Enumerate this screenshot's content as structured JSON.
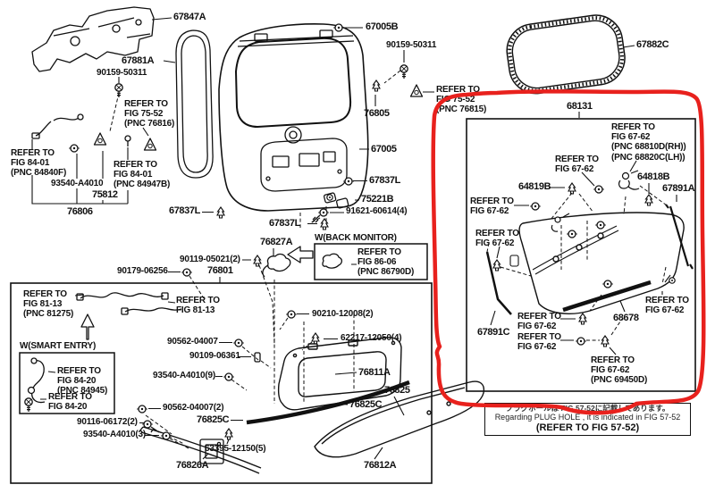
{
  "diagram": {
    "background_color": "#ffffff",
    "line_color": "#1a1a1a",
    "annotation_color": "#e8211d"
  },
  "labels": {
    "l67847A": "67847A",
    "l67881A": "67881A",
    "l90159_50311_a": "90159-50311",
    "ref_7552_76816": "REFER TO\nFIG 75-52\n(PNC 76816)",
    "l67005B": "67005B",
    "l90159_50311_b": "90159-50311",
    "l76805": "76805",
    "ref_7552_76815": "REFER TO\nFIG 75-52\n(PNC 76815)",
    "l67882C": "67882C",
    "l67005": "67005",
    "ref_8401_84840F": "REFER TO\nFIG 84-01\n(PNC 84840F)",
    "l93540_A4010": "93540-A4010",
    "l75812": "75812",
    "l76806": "76806",
    "ref_8401_84947B": "REFER TO\nFIG 84-01\n(PNC 84947B)",
    "l67837L_a": "67837L",
    "l67837L_b": "67837L",
    "l67837L_c": "67837L",
    "l75221B": "75221B",
    "l91621_60614": "91621-60614(4)",
    "l68131": "68131",
    "ref_6762_68810": "REFER TO\nFIG 67-62\n(PNC 68810D(RH))\n(PNC 68820C(LH))",
    "ref_6762_a": "REFER TO\nFIG 67-62",
    "l64819B": "64819B",
    "l64818B": "64818B",
    "l67891A": "67891A",
    "ref_6762_b": "REFER TO\nFIG 67-62",
    "ref_6762_c": "REFER TO\nFIG 67-62",
    "l67891C": "67891C",
    "ref_6762_d": "REFER TO\nFIG 67-62",
    "l68678": "68678",
    "ref_6762_e": "REFER TO\nFIG 67-62",
    "ref_6762_f": "REFER TO\nFIG 67-62",
    "ref_6762_69450D": "REFER TO\nFIG 67-62\n(PNC 69450D)",
    "w_back_monitor": "W(BACK MONITOR)",
    "ref_8606_86790D": "REFER TO\nFIG 86-06\n(PNC 86790D)",
    "l76827A": "76827A",
    "l90119_05021": "90119-05021(2)",
    "l90179_06256": "90179-06256",
    "l76801": "76801",
    "ref_8113_81275": "REFER TO\nFIG 81-13\n(PNC 81275)",
    "ref_8113": "REFER TO\nFIG 81-13",
    "w_smart_entry": "W(SMART ENTRY)",
    "ref_8420_84945": "REFER TO\nFIG 84-20\n(PNC 84945)",
    "ref_8420": "REFER TO\nFIG 84-20",
    "l90562_04007": "90562-04007",
    "l90109_06361": "90109-06361",
    "l93540_A4010_9": "93540-A4010(9)",
    "l90210_12008": "90210-12008(2)",
    "l62217_12050": "62217-12050(4)",
    "l76811A": "76811A",
    "l76825": "76825",
    "l76825C_a": "76825C",
    "l76825C_b": "76825C",
    "l76812A": "76812A",
    "l63395_12150": "63395-12150(5)",
    "l90562_04007_2": "90562-04007(2)",
    "l90116_06172": "90116-06172(2)",
    "l93540_A4010_3": "93540-A4010(3)",
    "l76826A": "76826A"
  },
  "note_box": {
    "line_jp": "プラグホールは FIG 57-52に記載してあります。",
    "line_en": "Regarding PLUG HOLE , it is indicated in FIG 57-52",
    "line_ref": "(REFER TO FIG 57-52)"
  }
}
